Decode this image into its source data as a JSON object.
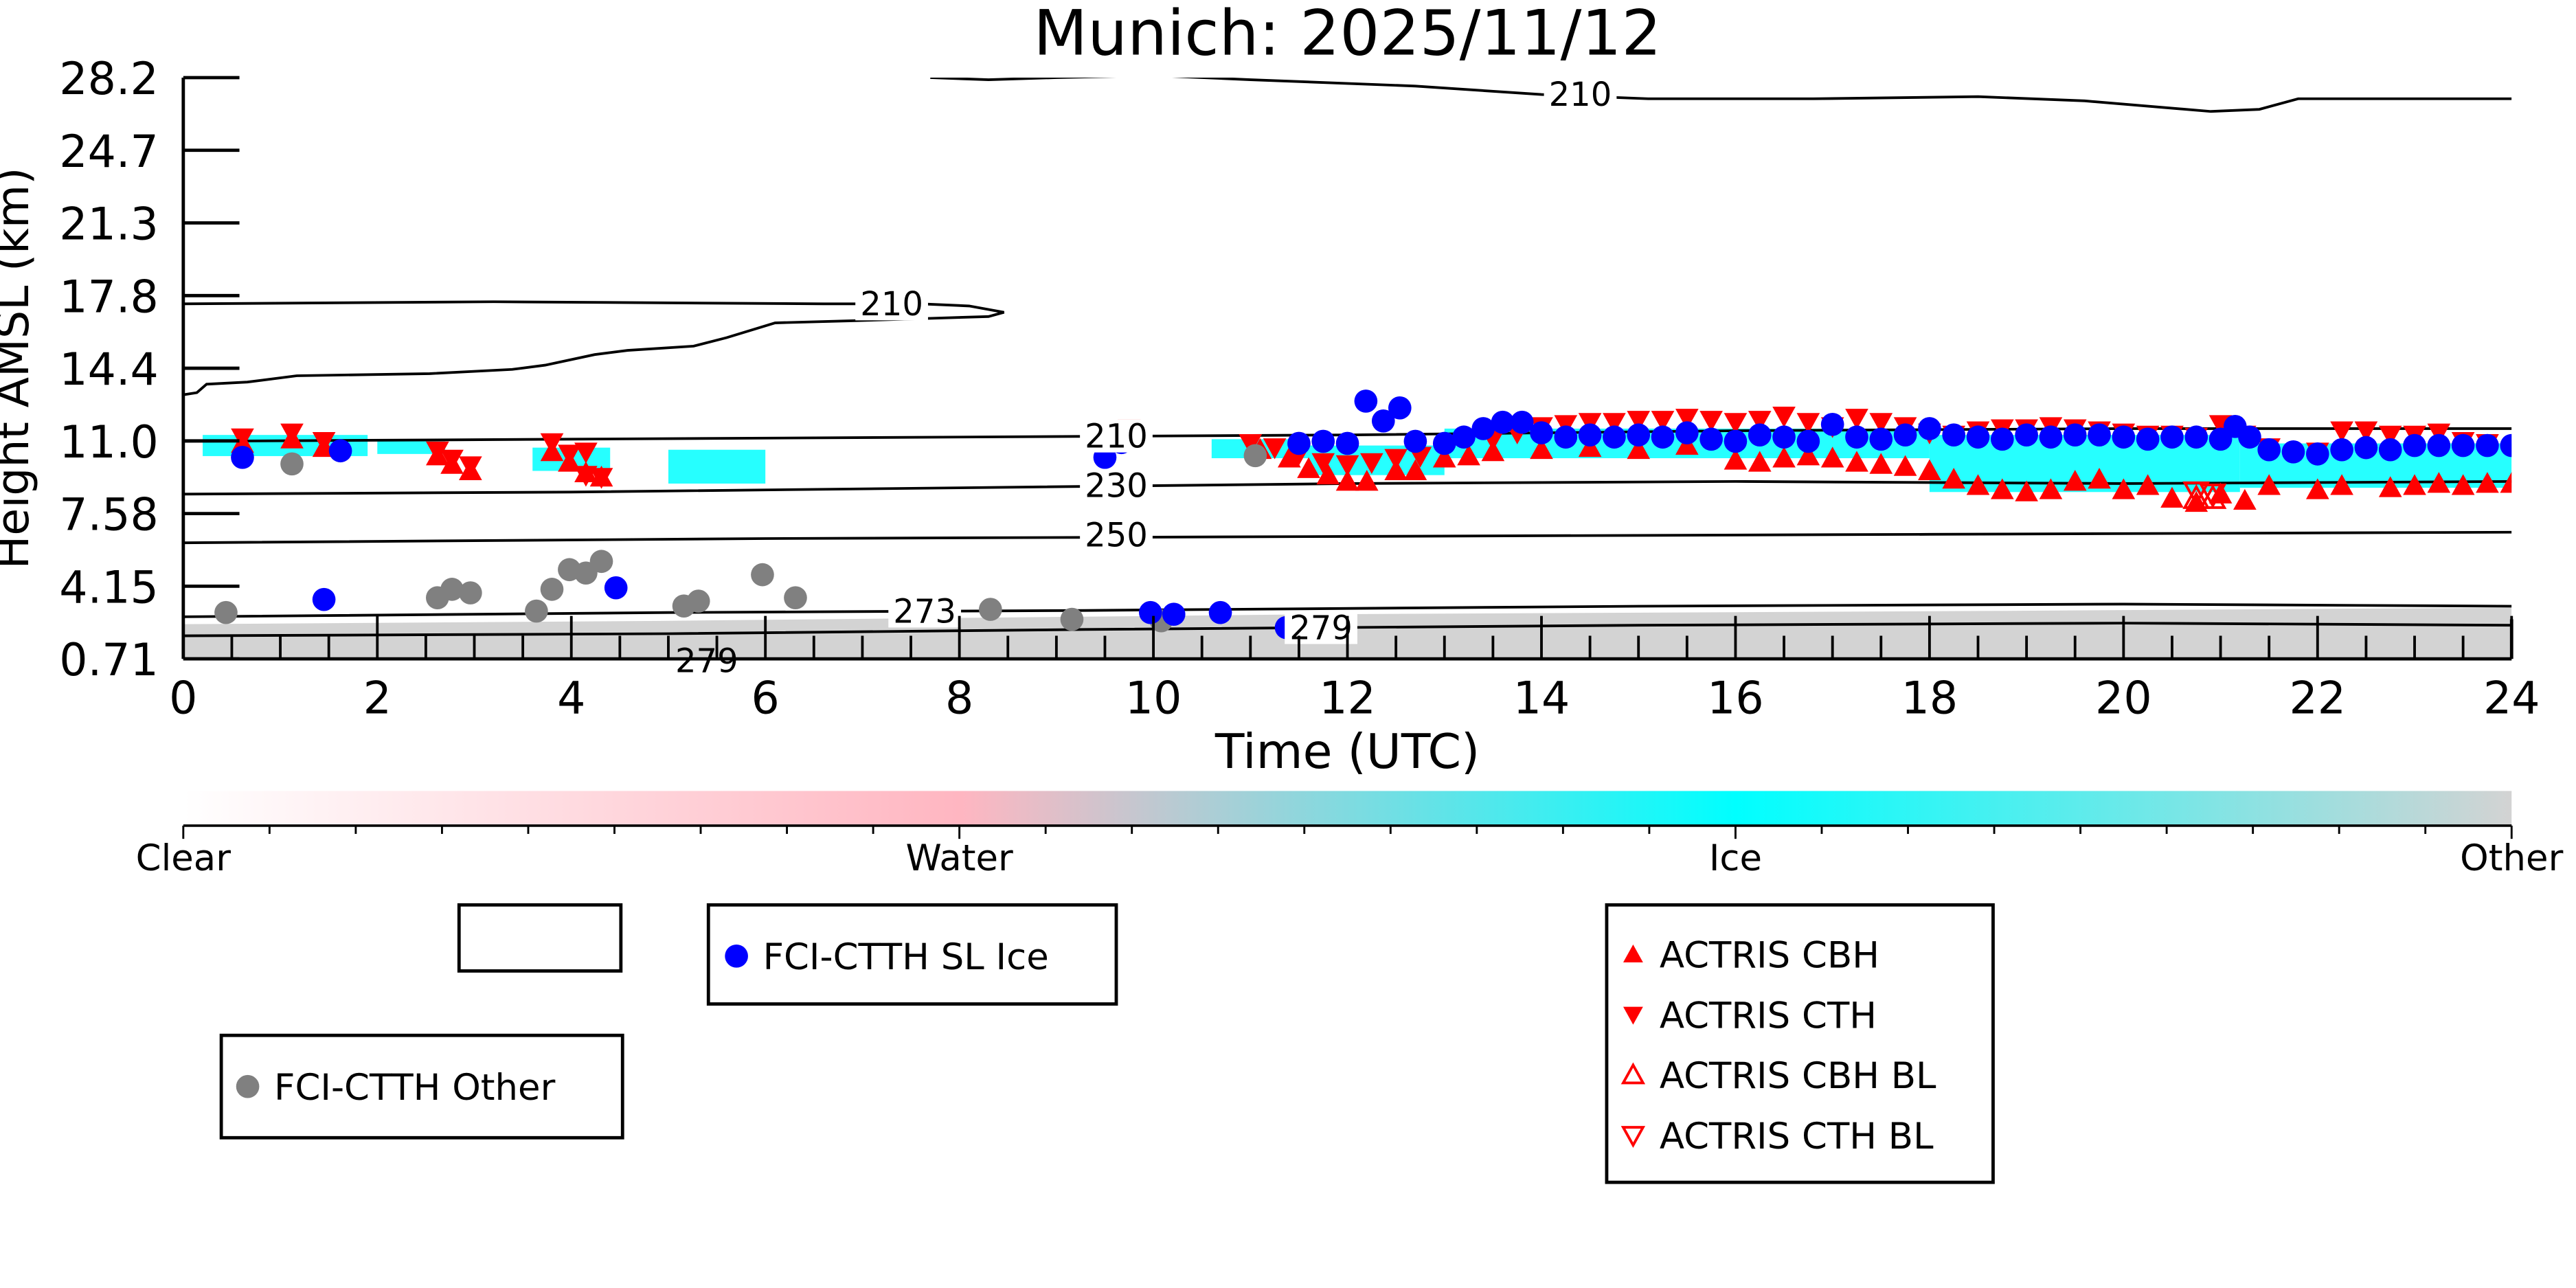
{
  "chart_data": {
    "type": "scatter",
    "title": "Munich: 2025/11/12",
    "xlabel": "Time (UTC)",
    "ylabel": "Height AMSL (km)",
    "xlim": [
      0,
      24
    ],
    "ylim": [
      0.71,
      28.2
    ],
    "xticks": [
      "0",
      "2",
      "4",
      "6",
      "8",
      "10",
      "12",
      "14",
      "16",
      "18",
      "20",
      "22",
      "24"
    ],
    "yticks": [
      "0.71",
      "4.15",
      "7.58",
      "11.0",
      "14.4",
      "17.8",
      "21.3",
      "24.7",
      "28.2"
    ],
    "colorbar": {
      "labels": [
        "Clear",
        "Water",
        "Ice",
        "Other"
      ],
      "colors": [
        "#ffffff",
        "#ffb6c1",
        "#00ffff",
        "#d3d3d3"
      ]
    },
    "contours": [
      {
        "label": "210",
        "points": [
          [
            7.7,
            28.2
          ],
          [
            8.3,
            28.1
          ],
          [
            9.0,
            28.2
          ],
          [
            10.0,
            28.3
          ],
          [
            11.0,
            28.1
          ],
          [
            12.7,
            27.8
          ],
          [
            14.0,
            27.4
          ],
          [
            15.1,
            27.2
          ],
          [
            16.8,
            27.2
          ],
          [
            18.5,
            27.3
          ],
          [
            19.6,
            27.1
          ],
          [
            20.9,
            26.6
          ],
          [
            21.4,
            26.7
          ],
          [
            21.8,
            27.2
          ],
          [
            22.8,
            27.2
          ],
          [
            24,
            27.2
          ]
        ]
      },
      {
        "label": "210",
        "points": [
          [
            0,
            17.5
          ],
          [
            3.2,
            17.6
          ],
          [
            6.6,
            17.5
          ],
          [
            7.6,
            17.5
          ],
          [
            8.1,
            17.4
          ],
          [
            8.46,
            17.1
          ],
          [
            8.3,
            16.9
          ],
          [
            7.6,
            16.8
          ],
          [
            6.9,
            16.7
          ],
          [
            6.1,
            16.6
          ],
          [
            5.6,
            15.9
          ],
          [
            5.26,
            15.5
          ],
          [
            4.58,
            15.3
          ],
          [
            4.24,
            15.1
          ],
          [
            3.73,
            14.6
          ],
          [
            3.39,
            14.4
          ],
          [
            2.54,
            14.2
          ],
          [
            1.17,
            14.1
          ],
          [
            0.66,
            13.8
          ],
          [
            0.24,
            13.7
          ],
          [
            0.14,
            13.3
          ],
          [
            0,
            13.2
          ]
        ]
      },
      {
        "label": "210",
        "points": [
          [
            0,
            11.0
          ],
          [
            4,
            11.1
          ],
          [
            8,
            11.2
          ],
          [
            12,
            11.3
          ],
          [
            16,
            11.5
          ],
          [
            20,
            11.6
          ],
          [
            24,
            11.6
          ]
        ]
      },
      {
        "label": "230",
        "points": [
          [
            0,
            8.5
          ],
          [
            4,
            8.6
          ],
          [
            8,
            8.8
          ],
          [
            12,
            9.0
          ],
          [
            16,
            9.1
          ],
          [
            20,
            9.0
          ],
          [
            24,
            9.1
          ]
        ]
      },
      {
        "label": "250",
        "points": [
          [
            0,
            6.2
          ],
          [
            6,
            6.4
          ],
          [
            12,
            6.5
          ],
          [
            18,
            6.6
          ],
          [
            24,
            6.7
          ]
        ]
      },
      {
        "label": "273",
        "points": [
          [
            0,
            2.7
          ],
          [
            5,
            2.9
          ],
          [
            9.3,
            3.0
          ],
          [
            15,
            3.2
          ],
          [
            20,
            3.3
          ],
          [
            24,
            3.2
          ]
        ]
      },
      {
        "label": "279",
        "points": [
          [
            0,
            1.8
          ],
          [
            5,
            1.9
          ],
          [
            9.3,
            2.1
          ],
          [
            15,
            2.3
          ],
          [
            20,
            2.4
          ],
          [
            24,
            2.3
          ]
        ]
      },
      {
        "label": "279",
        "points": []
      }
    ],
    "ice_regions": [
      [
        0.2,
        1.9,
        10.3,
        11.3
      ],
      [
        2.0,
        2.7,
        10.4,
        11.0
      ],
      [
        3.6,
        4.4,
        9.6,
        10.7
      ],
      [
        5.0,
        6.0,
        9.0,
        10.6
      ],
      [
        10.6,
        11.6,
        10.2,
        11.1
      ],
      [
        11.6,
        13.0,
        9.4,
        10.8
      ],
      [
        13.0,
        18.0,
        10.2,
        11.6
      ],
      [
        18.0,
        21.2,
        8.6,
        11.3
      ],
      [
        21.2,
        24,
        8.8,
        10.9
      ]
    ],
    "series": [
      {
        "name": "FCI-CTTH SL Ice",
        "marker": "circle",
        "color": "#0000ff",
        "points": [
          [
            0.61,
            10.24
          ],
          [
            1.45,
            3.52
          ],
          [
            1.62,
            10.55
          ],
          [
            4.46,
            4.07
          ],
          [
            9.5,
            10.24
          ],
          [
            9.67,
            10.94
          ],
          [
            9.97,
            2.9
          ],
          [
            10.21,
            2.82
          ],
          [
            10.69,
            2.9
          ],
          [
            11.37,
            2.19
          ],
          [
            11.5,
            10.9
          ],
          [
            11.75,
            11.0
          ],
          [
            12.0,
            10.9
          ],
          [
            12.19,
            12.9
          ],
          [
            12.37,
            11.96
          ],
          [
            12.54,
            12.58
          ],
          [
            12.7,
            11.0
          ],
          [
            13.0,
            10.9
          ],
          [
            13.2,
            11.2
          ],
          [
            13.4,
            11.6
          ],
          [
            13.6,
            11.9
          ],
          [
            13.8,
            11.9
          ],
          [
            14.0,
            11.4
          ],
          [
            14.25,
            11.2
          ],
          [
            14.5,
            11.3
          ],
          [
            14.75,
            11.2
          ],
          [
            15.0,
            11.3
          ],
          [
            15.25,
            11.2
          ],
          [
            15.5,
            11.4
          ],
          [
            15.75,
            11.1
          ],
          [
            16.0,
            11.0
          ],
          [
            16.25,
            11.3
          ],
          [
            16.5,
            11.2
          ],
          [
            16.75,
            11.0
          ],
          [
            17.0,
            11.8
          ],
          [
            17.25,
            11.2
          ],
          [
            17.5,
            11.1
          ],
          [
            17.75,
            11.3
          ],
          [
            18.0,
            11.6
          ],
          [
            18.25,
            11.3
          ],
          [
            18.5,
            11.2
          ],
          [
            18.75,
            11.1
          ],
          [
            19.0,
            11.3
          ],
          [
            19.25,
            11.2
          ],
          [
            19.5,
            11.3
          ],
          [
            19.75,
            11.3
          ],
          [
            20.0,
            11.2
          ],
          [
            20.25,
            11.1
          ],
          [
            20.5,
            11.2
          ],
          [
            20.75,
            11.2
          ],
          [
            21.0,
            11.1
          ],
          [
            21.15,
            11.7
          ],
          [
            21.3,
            11.2
          ],
          [
            21.5,
            10.6
          ],
          [
            21.75,
            10.5
          ],
          [
            22.0,
            10.4
          ],
          [
            22.25,
            10.6
          ],
          [
            22.5,
            10.7
          ],
          [
            22.75,
            10.6
          ],
          [
            23.0,
            10.8
          ],
          [
            23.25,
            10.8
          ],
          [
            23.5,
            10.8
          ],
          [
            23.75,
            10.8
          ],
          [
            24.0,
            10.8
          ]
        ]
      },
      {
        "name": "FCI-CTTH Other",
        "marker": "circle",
        "color": "#808080",
        "points": [
          [
            0.44,
            2.9
          ],
          [
            1.12,
            9.93
          ],
          [
            2.62,
            3.6
          ],
          [
            2.77,
            4.0
          ],
          [
            2.96,
            3.83
          ],
          [
            3.64,
            2.97
          ],
          [
            3.8,
            4.0
          ],
          [
            3.98,
            4.93
          ],
          [
            4.15,
            4.77
          ],
          [
            4.31,
            5.32
          ],
          [
            5.16,
            3.21
          ],
          [
            5.31,
            3.44
          ],
          [
            5.97,
            4.69
          ],
          [
            6.31,
            3.6
          ],
          [
            7.68,
            2.9
          ],
          [
            7.83,
            2.9
          ],
          [
            8.32,
            3.05
          ],
          [
            9.16,
            2.58
          ],
          [
            10.08,
            2.51
          ],
          [
            11.05,
            10.32
          ]
        ]
      },
      {
        "name": "ACTRIS CBH",
        "marker": "triangle-up",
        "color": "#ff0000",
        "points": [
          [
            0.61,
            10.9
          ],
          [
            1.12,
            11.1
          ],
          [
            1.45,
            10.7
          ],
          [
            2.62,
            10.3
          ],
          [
            2.77,
            9.9
          ],
          [
            2.96,
            9.6
          ],
          [
            3.8,
            10.5
          ],
          [
            3.98,
            10.0
          ],
          [
            4.15,
            9.5
          ],
          [
            4.31,
            9.3
          ],
          [
            9.6,
            11.4
          ],
          [
            11.1,
            10.6
          ],
          [
            11.4,
            10.2
          ],
          [
            11.6,
            9.7
          ],
          [
            11.8,
            9.4
          ],
          [
            12.0,
            9.1
          ],
          [
            12.2,
            9.1
          ],
          [
            12.5,
            9.6
          ],
          [
            12.7,
            9.6
          ],
          [
            13.0,
            10.2
          ],
          [
            13.25,
            10.3
          ],
          [
            13.5,
            10.5
          ],
          [
            14.0,
            10.6
          ],
          [
            14.5,
            10.7
          ],
          [
            15.0,
            10.6
          ],
          [
            15.5,
            10.8
          ],
          [
            16.0,
            10.1
          ],
          [
            16.25,
            10.0
          ],
          [
            16.5,
            10.2
          ],
          [
            16.75,
            10.3
          ],
          [
            17.0,
            10.2
          ],
          [
            17.25,
            10.0
          ],
          [
            17.5,
            9.9
          ],
          [
            17.75,
            9.8
          ],
          [
            18.0,
            9.6
          ],
          [
            18.25,
            9.2
          ],
          [
            18.5,
            8.9
          ],
          [
            18.75,
            8.7
          ],
          [
            19.0,
            8.6
          ],
          [
            19.25,
            8.7
          ],
          [
            19.5,
            9.1
          ],
          [
            19.75,
            9.2
          ],
          [
            20.0,
            8.7
          ],
          [
            20.25,
            8.9
          ],
          [
            20.5,
            8.3
          ],
          [
            20.75,
            8.1
          ],
          [
            21.0,
            8.5
          ],
          [
            21.25,
            8.2
          ],
          [
            21.5,
            8.9
          ],
          [
            22.0,
            8.7
          ],
          [
            22.25,
            8.9
          ],
          [
            22.75,
            8.8
          ],
          [
            23.0,
            8.9
          ],
          [
            23.25,
            9.0
          ],
          [
            23.5,
            8.9
          ],
          [
            23.75,
            9.0
          ],
          [
            24.0,
            9.0
          ]
        ]
      },
      {
        "name": "ACTRIS CTH",
        "marker": "triangle-down",
        "color": "#ff0000",
        "points": [
          [
            0.61,
            11.17
          ],
          [
            1.12,
            11.4
          ],
          [
            1.45,
            11.0
          ],
          [
            2.62,
            10.55
          ],
          [
            2.77,
            10.16
          ],
          [
            2.96,
            9.85
          ],
          [
            3.8,
            10.94
          ],
          [
            3.98,
            10.4
          ],
          [
            4.15,
            10.5
          ],
          [
            4.15,
            9.4
          ],
          [
            4.31,
            9.3
          ],
          [
            9.75,
            11.6
          ],
          [
            11.0,
            10.9
          ],
          [
            11.25,
            10.7
          ],
          [
            11.5,
            10.4
          ],
          [
            11.75,
            10.0
          ],
          [
            12.0,
            9.9
          ],
          [
            12.25,
            10.0
          ],
          [
            12.5,
            10.2
          ],
          [
            12.75,
            10.3
          ],
          [
            13.5,
            11.1
          ],
          [
            13.75,
            11.4
          ],
          [
            14.0,
            11.7
          ],
          [
            14.25,
            11.8
          ],
          [
            14.5,
            11.9
          ],
          [
            14.75,
            11.9
          ],
          [
            15.0,
            12.0
          ],
          [
            15.25,
            12.0
          ],
          [
            15.5,
            12.1
          ],
          [
            15.75,
            12.0
          ],
          [
            16.0,
            11.9
          ],
          [
            16.25,
            12.0
          ],
          [
            16.5,
            12.2
          ],
          [
            16.75,
            11.9
          ],
          [
            17.0,
            11.7
          ],
          [
            17.25,
            12.1
          ],
          [
            17.5,
            11.9
          ],
          [
            17.75,
            11.7
          ],
          [
            18.0,
            11.4
          ],
          [
            18.25,
            11.3
          ],
          [
            18.5,
            11.5
          ],
          [
            18.75,
            11.6
          ],
          [
            19.0,
            11.6
          ],
          [
            19.25,
            11.7
          ],
          [
            19.5,
            11.6
          ],
          [
            19.75,
            11.5
          ],
          [
            20.0,
            11.4
          ],
          [
            20.25,
            11.3
          ],
          [
            20.5,
            11.3
          ],
          [
            20.75,
            11.2
          ],
          [
            21.0,
            11.8
          ],
          [
            21.25,
            11.3
          ],
          [
            21.5,
            10.7
          ],
          [
            22.0,
            10.5
          ],
          [
            22.25,
            11.5
          ],
          [
            22.5,
            11.5
          ],
          [
            22.75,
            11.3
          ],
          [
            23.0,
            11.3
          ],
          [
            23.25,
            11.4
          ],
          [
            23.5,
            11.0
          ],
          [
            23.75,
            10.9
          ]
        ]
      },
      {
        "name": "ACTRIS CBH BL",
        "marker": "triangle-up-open",
        "color": "#ff0000",
        "points": [
          [
            20.75,
            8.3
          ],
          [
            20.92,
            8.3
          ]
        ]
      },
      {
        "name": "ACTRIS CTH BL",
        "marker": "triangle-down-open",
        "color": "#ff0000",
        "points": [
          [
            20.75,
            8.6
          ],
          [
            20.92,
            8.5
          ]
        ]
      }
    ],
    "legends": {
      "empty": [],
      "ice": [
        "FCI-CTTH SL Ice"
      ],
      "other": [
        "FCI-CTTH Other"
      ],
      "actris": [
        "ACTRIS CBH",
        "ACTRIS CTH",
        "ACTRIS CBH BL",
        "ACTRIS CTH BL"
      ]
    }
  }
}
